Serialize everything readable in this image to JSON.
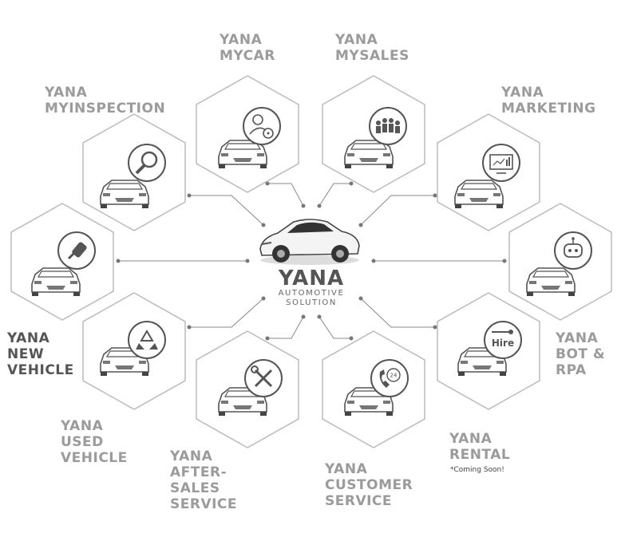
{
  "center": {
    "title": "YANA",
    "subtitle_line1": "AUTOMOTIVE",
    "subtitle_line2": "SOLUTION"
  },
  "modules": [
    {
      "id": "mycar",
      "label": "YANA\nMYCAR",
      "icon": "user-steering-wheel-icon"
    },
    {
      "id": "mysales",
      "label": "YANA\nMYSALES",
      "icon": "sales-people-icon"
    },
    {
      "id": "myinspection",
      "label": "YANA\nMYINSPECTION",
      "icon": "magnifier-icon"
    },
    {
      "id": "marketing",
      "label": "YANA\nMARKETING",
      "icon": "analytics-monitor-icon"
    },
    {
      "id": "newvehicle",
      "label": "YANA\nNEW\nVEHICLE",
      "icon": "car-key-icon"
    },
    {
      "id": "botrpa",
      "label": "YANA\nBOT &\nRPA",
      "icon": "robot-icon"
    },
    {
      "id": "usedvehicle",
      "label": "YANA\nUSED\nVEHICLE",
      "icon": "recycle-icon"
    },
    {
      "id": "rental",
      "label": "YANA\nRENTAL",
      "icon": "hire-key-icon",
      "note": "*Coming Soon!",
      "badge": "Hire"
    },
    {
      "id": "aftersales",
      "label": "YANA\nAFTER-\nSALES\nSERVICE",
      "icon": "wrench-screwdriver-icon"
    },
    {
      "id": "customerservice",
      "label": "YANA\nCUSTOMER\nSERVICE",
      "icon": "phone-24-icon",
      "badge": "24"
    }
  ]
}
